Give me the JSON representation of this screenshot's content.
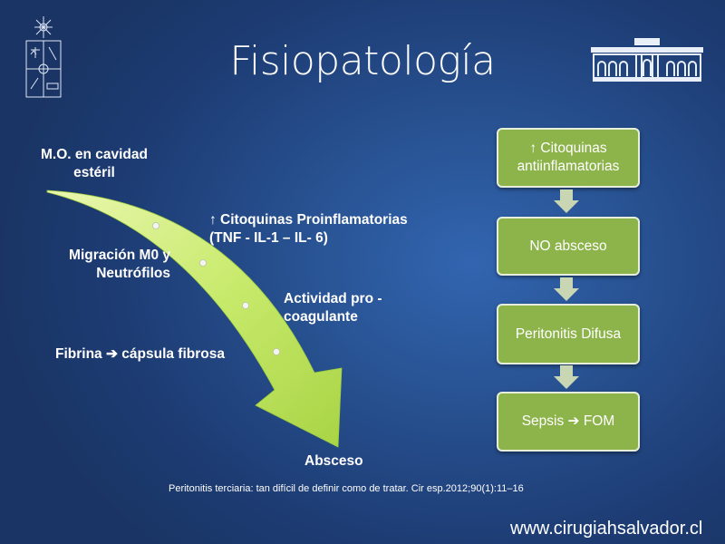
{
  "slide": {
    "title": "Fisiopatología",
    "logo_left": "university-crest",
    "logo_right": "hospital-building"
  },
  "curve": {
    "start_label": [
      "M.O. en cavidad",
      "estéril"
    ],
    "left_labels": [
      [
        "Migración M0 y",
        "Neutrófilos"
      ],
      [
        "Fibrina ➔ cápsula fibrosa"
      ]
    ],
    "right_labels": [
      [
        "↑ Citoquinas Proinflamatorias",
        "(TNF - IL-1 – IL- 6)"
      ],
      [
        "Actividad pro -",
        "coagulante"
      ]
    ],
    "end_label": "Absceso"
  },
  "flow": {
    "boxes": [
      [
        "↑ Citoquinas",
        "antiinflamatorias"
      ],
      [
        "NO absceso"
      ],
      [
        "Peritonitis Difusa"
      ],
      [
        "Sepsis ➔ FOM"
      ]
    ]
  },
  "footer": {
    "reference": "Peritonitis terciaria: tan difícil de definir como de tratar. Cir esp.2012;90(1):11–16",
    "url": "www.cirugiahsalvador.cl"
  },
  "colors": {
    "box": "#8db34b",
    "arrow": "#c6e86a",
    "background": "#27508f"
  }
}
